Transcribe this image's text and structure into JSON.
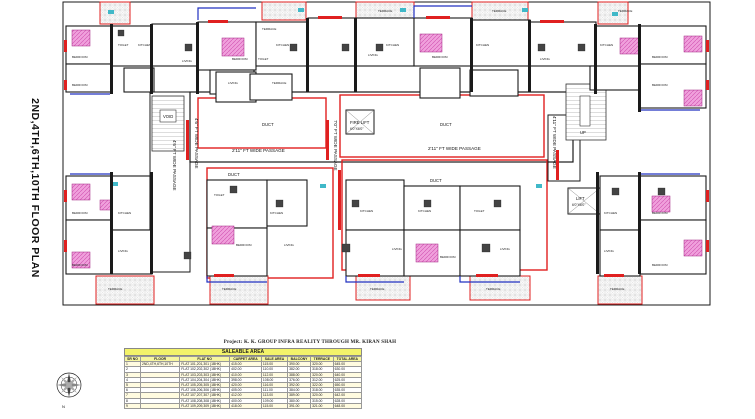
{
  "title": "2ND,4TH,6TH,10TH FLOOR PLAN",
  "project_line": "Project: K. K. GROUP INFRA REALITY THROUGH MR. KIRAN SHAH",
  "passage_labels": [
    "2'11\" FT WIDE PASSAGE",
    "2'11\" FT WIDE PASSAGE",
    "7'0\" FT WIDE PASSAGE",
    "4'6\" FT WIDE PASSAGE",
    "4'6\" FT WIDE PASSAGE",
    "4'11\" FT WIDE PASSAGE"
  ],
  "core_labels": {
    "duct": "DUCT",
    "fire_lift": "FIRE LIFT",
    "fire_lift_size": "6'0\"X6'0\"",
    "lift": "LIFT",
    "lift_size": "6'0\"X6'0\"",
    "up": "UP",
    "void": "VOID"
  },
  "room_labels": {
    "bedroom": "BEDROOM",
    "kitchen": "KITCHEN",
    "living": "LIVING",
    "toilet": "TOILET",
    "terrace": "TERRACE"
  },
  "table": {
    "caption": "SALEABLE AREA",
    "headers": [
      "SR NO",
      "FLOOR",
      "FLAT NO",
      "CARPET AREA",
      "SALE AREA",
      "BALCONY",
      "TERRACE",
      "TOTAL AREA"
    ],
    "rows": [
      [
        "1",
        "2ND,4TH,6TH,10TH",
        "FLAT 101,201,301 (1BHK)",
        "415.00",
        "115.00",
        "390.00",
        "320.00",
        "645.00"
      ],
      [
        "2",
        "",
        "FLAT 102,202,302 (1BHK)",
        "402.00",
        "110.00",
        "382.00",
        "318.00",
        "630.00"
      ],
      [
        "3",
        "",
        "FLAT 103,203,303 (1BHK)",
        "410.00",
        "112.00",
        "388.00",
        "320.00",
        "640.00"
      ],
      [
        "4",
        "",
        "FLAT 104,204,304 (1BHK)",
        "398.00",
        "108.00",
        "376.00",
        "312.00",
        "625.00"
      ],
      [
        "5",
        "",
        "FLAT 105,205,305 (1BHK)",
        "420.00",
        "116.00",
        "392.00",
        "322.00",
        "650.00"
      ],
      [
        "6",
        "",
        "FLAT 106,206,306 (1BHK)",
        "405.00",
        "111.00",
        "384.00",
        "318.00",
        "635.00"
      ],
      [
        "7",
        "",
        "FLAT 107,207,307 (1BHK)",
        "412.00",
        "113.00",
        "389.00",
        "320.00",
        "642.00"
      ],
      [
        "8",
        "",
        "FLAT 108,208,308 (1BHK)",
        "400.00",
        "109.00",
        "380.00",
        "315.00",
        "628.00"
      ],
      [
        "9",
        "",
        "FLAT 109,209,309 (1BHK)",
        "418.00",
        "115.00",
        "391.00",
        "321.00",
        "648.00"
      ]
    ]
  },
  "compass_label": "N",
  "colors": {
    "wall": "#1a1a1a",
    "window": "#e02020",
    "outline_blue": "#2030c0",
    "terrace_tile": "#d0d0d0",
    "bed_pink": "#e060c0",
    "table_header": "#f3f36a",
    "table_row": "#fffbe0"
  }
}
